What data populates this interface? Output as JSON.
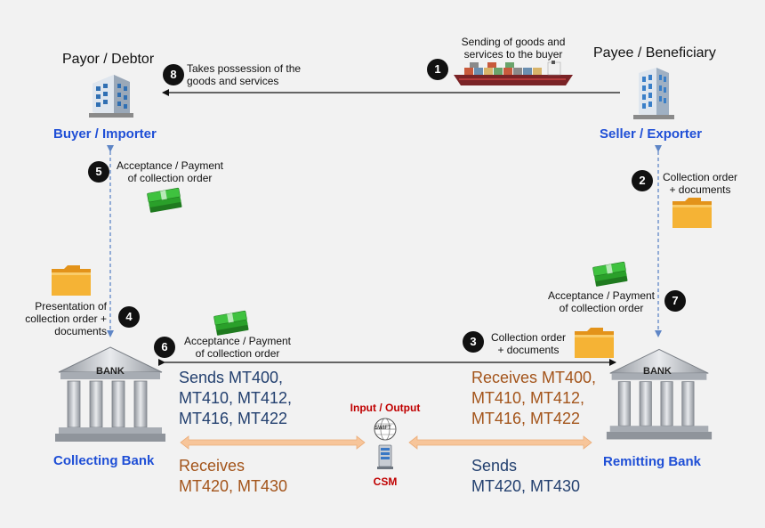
{
  "parties": {
    "payor_role": "Payor / Debtor",
    "buyer": "Buyer / Importer",
    "payee_role": "Payee / Beneficiary",
    "seller": "Seller / Exporter",
    "collecting_bank": "Collecting Bank",
    "remitting_bank": "Remitting Bank",
    "bank_label": "BANK",
    "swift_label": "SWIFT"
  },
  "steps": [
    {
      "num": "1",
      "text": "Sending of goods and\nservices to the buyer"
    },
    {
      "num": "2",
      "text": "Collection order\n+ documents"
    },
    {
      "num": "3",
      "text": "Collection order\n+ documents"
    },
    {
      "num": "4",
      "text": "Presentation of\ncollection order +\ndocuments"
    },
    {
      "num": "5",
      "text": "Acceptance / Payment\nof collection order"
    },
    {
      "num": "6",
      "text": "Acceptance / Payment\nof collection order"
    },
    {
      "num": "7",
      "text": "Acceptance / Payment\nof collection order"
    },
    {
      "num": "8",
      "text": "Takes possession of the\ngoods and services"
    }
  ],
  "messages": {
    "collecting_sends": "Sends MT400,\nMT410, MT412,\nMT416, MT422",
    "collecting_receives": "Receives\nMT420, MT430",
    "remitting_receives": "Receives MT400,\nMT410, MT412,\nMT416, MT422",
    "remitting_sends": "Sends\nMT420, MT430"
  },
  "center": {
    "io": "Input / Output",
    "csm": "CSM"
  },
  "colors": {
    "party_blue": "#1f4fd6",
    "msg_blue": "#23406f",
    "msg_orange": "#a3541a",
    "io_red": "#c00000",
    "folder": "#f2a51c",
    "cash_green": "#2aa02a",
    "dashed_blue": "#5f86c6",
    "orange_arrow": "#f7c59a"
  },
  "icons": [
    "office-building-icon",
    "office-tower-icon",
    "cargo-ship-icon",
    "bank-icon",
    "folder-icon",
    "cash-icon",
    "swift-globe-icon",
    "server-icon"
  ]
}
